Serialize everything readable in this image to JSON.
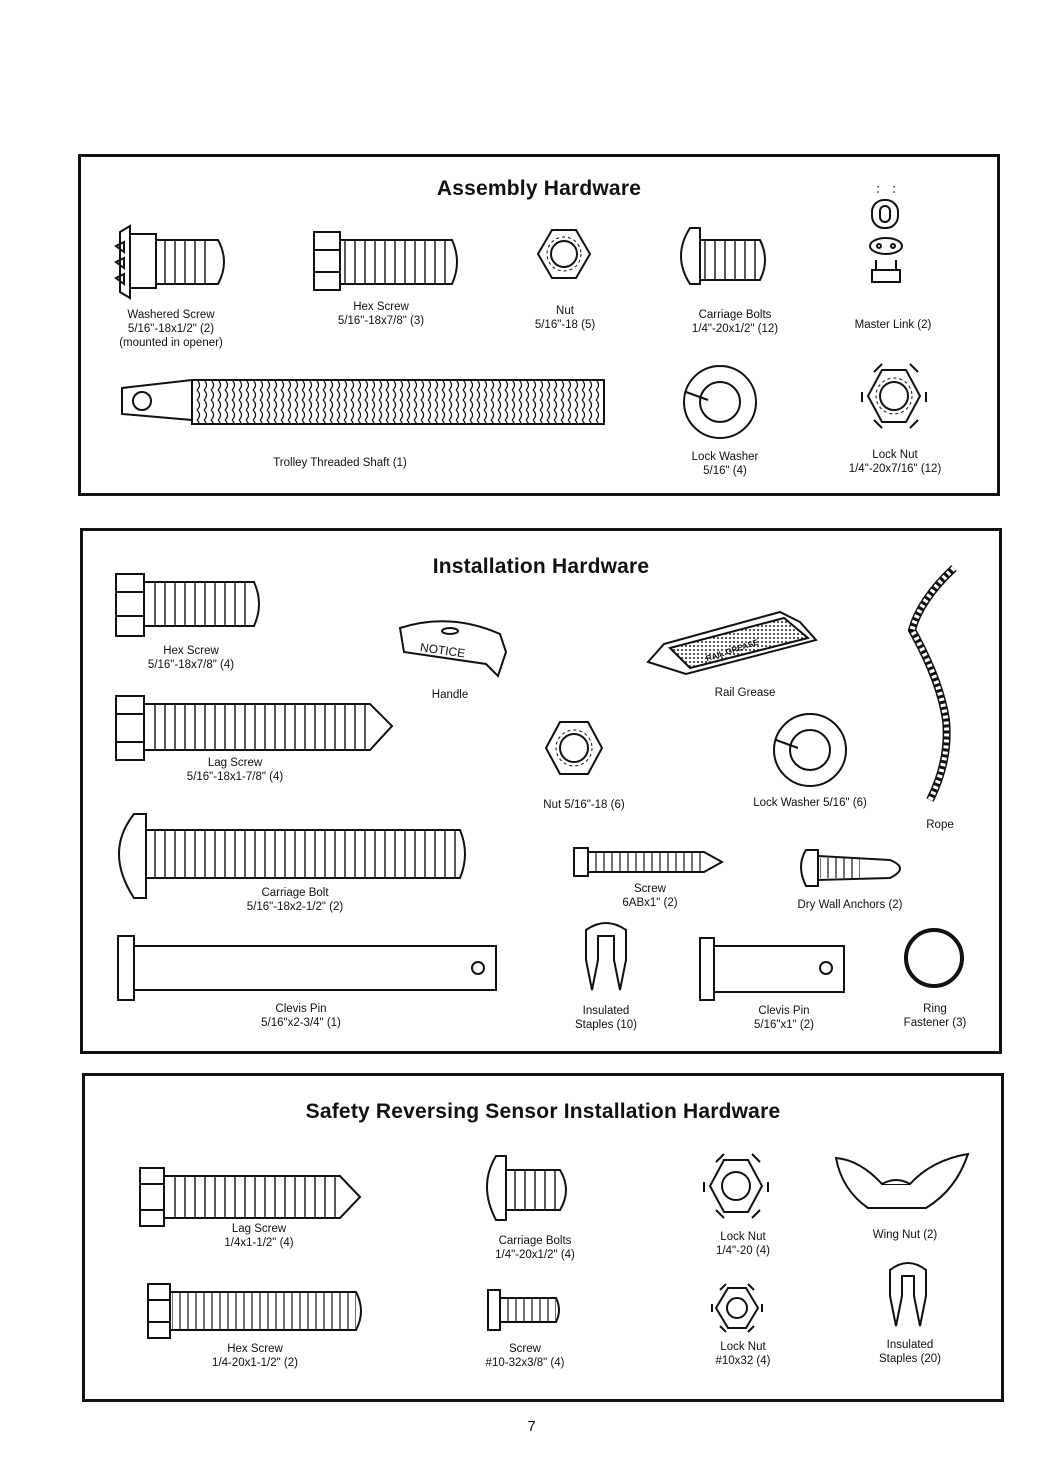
{
  "page_number": "7",
  "assembly": {
    "title": "Assembly Hardware",
    "washered_screw": {
      "name": "Washered Screw",
      "spec": "5/16\"-18x1/2\"  (2)",
      "note": "(mounted in opener)"
    },
    "hex_screw": {
      "name": "Hex Screw",
      "spec": "5/16\"-18x7/8\"  (3)"
    },
    "nut": {
      "name": "Nut",
      "spec": "5/16\"-18  (5)"
    },
    "carriage_bolts": {
      "name": "Carriage Bolts",
      "spec": "1/4\"-20x1/2\"  (12)"
    },
    "master_link": {
      "name": "Master Link (2)"
    },
    "trolley_shaft": {
      "name": "Trolley Threaded Shaft (1)"
    },
    "lock_washer": {
      "name": "Lock Washer",
      "spec": "5/16\" (4)"
    },
    "lock_nut": {
      "name": "Lock Nut",
      "spec": "1/4\"-20x7/16\"  (12)"
    }
  },
  "installation": {
    "title": "Installation Hardware",
    "hex_screw": {
      "name": "Hex Screw",
      "spec": "5/16\"-18x7/8\"  (4)"
    },
    "handle": {
      "name": "Handle",
      "notice_text": "NOTICE"
    },
    "rail_grease": {
      "name": "Rail Grease",
      "tube_text": "RAIL GREASE"
    },
    "rope": {
      "name": "Rope"
    },
    "lag_screw": {
      "name": "Lag Screw",
      "spec": "5/16\"-18x1-7/8\"  (4)"
    },
    "nut": {
      "name": "Nut  5/16\"-18 (6)"
    },
    "lock_washer": {
      "name": "Lock Washer  5/16\" (6)"
    },
    "carriage_bolt": {
      "name": "Carriage Bolt",
      "spec": "5/16\"-18x2-1/2\"  (2)"
    },
    "screw": {
      "name": "Screw",
      "spec": "6ABx1\"  (2)"
    },
    "dry_wall_anchors": {
      "name": "Dry Wall Anchors (2)"
    },
    "clevis_pin_long": {
      "name": "Clevis Pin",
      "spec": "5/16\"x2-3/4\"  (1)"
    },
    "insulated_staples": {
      "name": "Insulated",
      "spec": "Staples (10)"
    },
    "clevis_pin_short": {
      "name": "Clevis Pin",
      "spec": "5/16\"x1\"  (2)"
    },
    "ring_fastener": {
      "name": "Ring",
      "spec": "Fastener (3)"
    }
  },
  "sensor": {
    "title": "Safety Reversing Sensor Installation Hardware",
    "lag_screw": {
      "name": "Lag Screw",
      "spec": "1/4x1-1/2\"  (4)"
    },
    "carriage_bolts": {
      "name": "Carriage Bolts",
      "spec": "1/4\"-20x1/2\"  (4)"
    },
    "lock_nut_a": {
      "name": "Lock Nut",
      "spec": "1/4\"-20 (4)"
    },
    "wing_nut": {
      "name": "Wing Nut (2)"
    },
    "hex_screw": {
      "name": "Hex Screw",
      "spec": "1/4-20x1-1/2\" (2)"
    },
    "screw": {
      "name": "Screw",
      "spec": "#10-32x3/8\" (4)"
    },
    "lock_nut_b": {
      "name": "Lock Nut",
      "spec": "#10x32 (4)"
    },
    "insulated_staples": {
      "name": "Insulated",
      "spec": "Staples (20)"
    }
  }
}
